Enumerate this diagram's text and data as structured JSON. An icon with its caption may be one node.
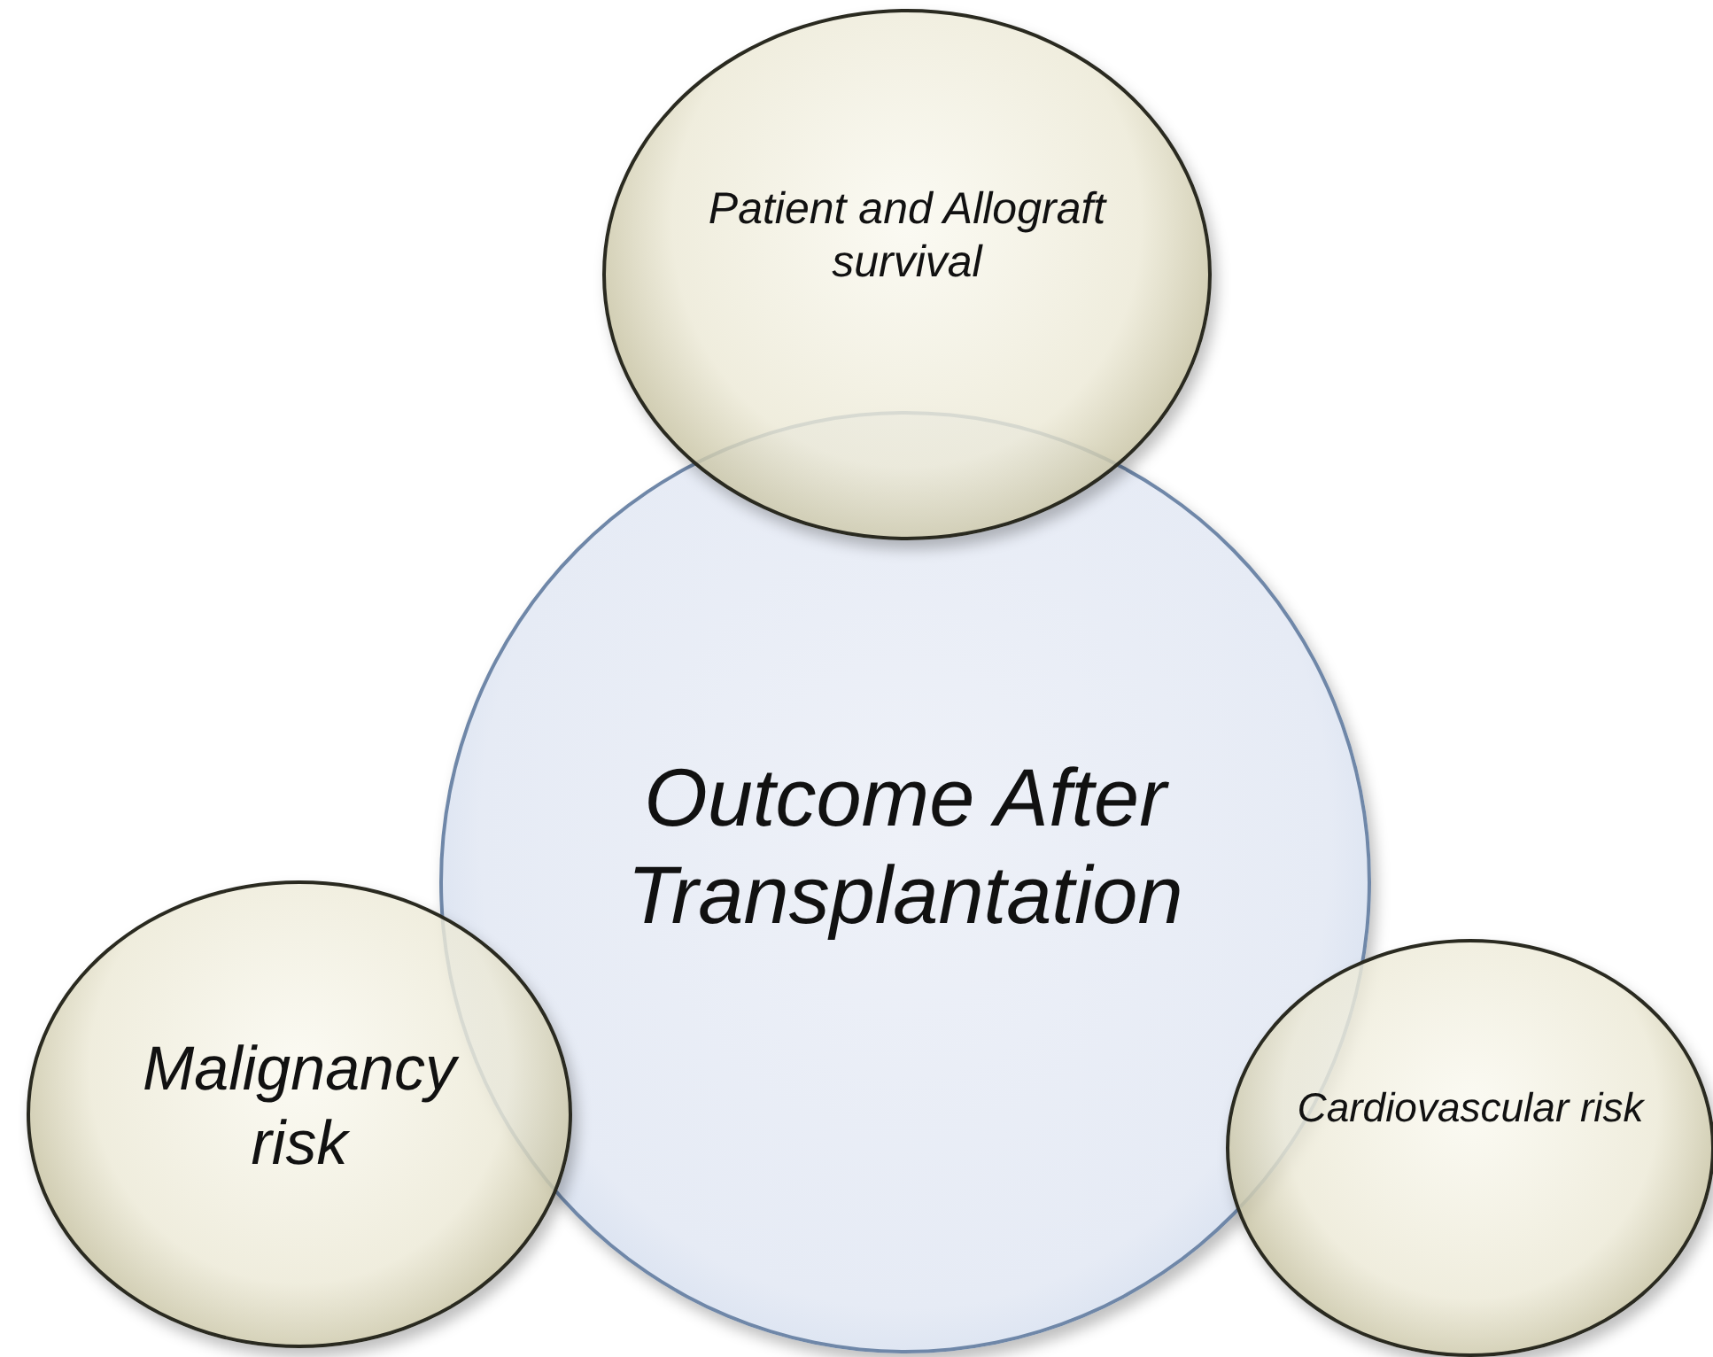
{
  "diagram": {
    "nodes": [
      {
        "text": [
          "Patient and Allograft survival"
        ]
      },
      {
        "text": [
          "Outcome After Transplantation"
        ]
      },
      {
        "text": [
          "Malignancy risk"
        ]
      },
      {
        "text": [
          "Cardiovascular risk"
        ]
      }
    ]
  }
}
